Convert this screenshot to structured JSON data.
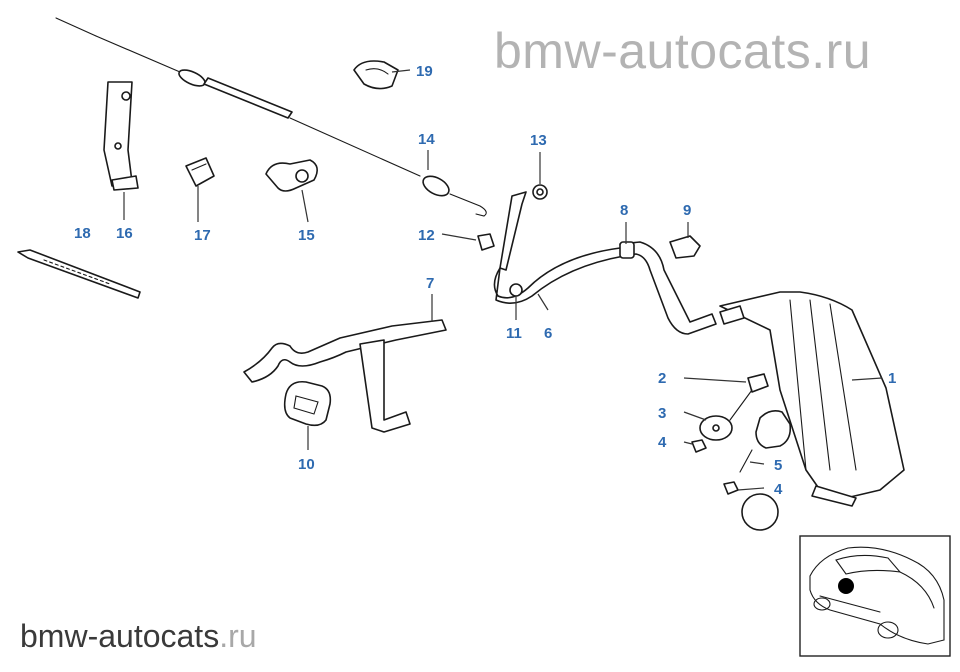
{
  "watermark": {
    "top_text": "bmw-autocats.ru",
    "bottom_main": "bmw-autocats",
    "bottom_tld": ".ru"
  },
  "colors": {
    "callout": "#2e6ab0",
    "line": "#1a1a1a",
    "watermark": "#b3b3b3"
  },
  "callouts": {
    "c1": "1",
    "c2": "2",
    "c3": "3",
    "c4a": "4",
    "c4b": "4",
    "c5": "5",
    "c6": "6",
    "c7": "7",
    "c8": "8",
    "c9": "9",
    "c10": "10",
    "c11": "11",
    "c12": "12",
    "c13": "13",
    "c14": "14",
    "c15": "15",
    "c16": "16",
    "c17": "17",
    "c18": "18",
    "c19": "19"
  },
  "inset": {
    "icon": "car-location-icon"
  }
}
